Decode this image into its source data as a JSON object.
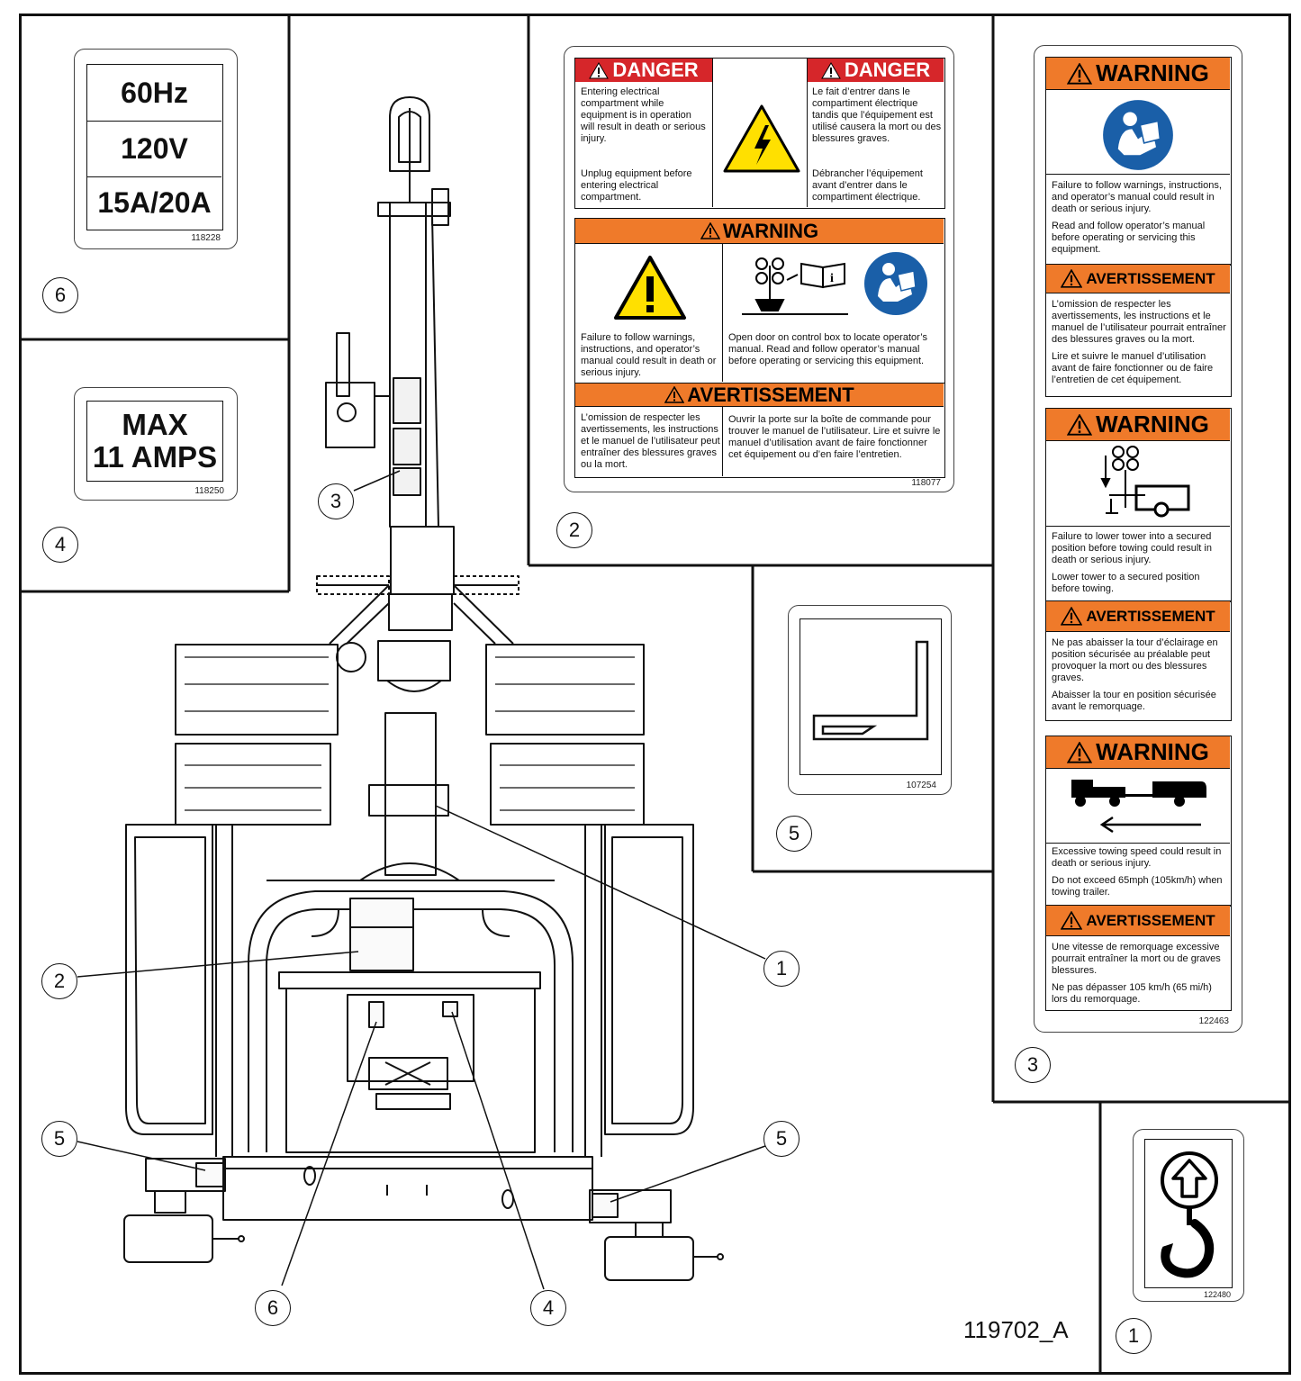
{
  "drawing_number": "119702_A",
  "callouts": {
    "c1": "1",
    "c2": "2",
    "c3": "3",
    "c4": "4",
    "c5": "5",
    "c6": "6"
  },
  "decal_118228": {
    "row1": "60Hz",
    "row2": "120V",
    "row3": "15A/20A",
    "part": "118228"
  },
  "decal_118250": {
    "line1": "MAX",
    "line2": "11 AMPS",
    "part": "118250"
  },
  "decal_118077": {
    "danger_en_title": "DANGER",
    "danger_en_text1": "Entering electrical compartment while equipment is in operation will result in death or serious injury.",
    "danger_en_text2": "Unplug equipment before entering electrical compartment.",
    "danger_fr_title": "DANGER",
    "danger_fr_text1": "Le fait d’entrer dans le compartiment électrique tandis que l’équipement est utilisé causera la mort ou des blessures graves.",
    "danger_fr_text2": "Débrancher l’équipement avant d’entrer dans le compartiment électrique.",
    "warning_title": "WARNING",
    "warning_text_left": "Failure to follow warnings, instructions, and operator’s manual could result in death or serious injury.",
    "warning_text_right": "Open door on control box to locate operator’s manual.  Read and follow operator’s manual before operating or servicing this equipment.",
    "avert_title": "AVERTISSEMENT",
    "avert_text_left": "L’omission de respecter les avertissements, les instructions et le manuel de l’utilisateur peut entraîner des blessures graves ou la mort.",
    "avert_text_right": "Ouvrir la porte sur la boîte de commande pour trouver le manuel de l’utilisateur.  Lire et suivre le manuel d’utilisation avant de faire fonctionner cet équipement ou d’en faire l’entretien.",
    "part": "118077"
  },
  "decal_107254": {
    "part": "107254"
  },
  "decal_122463": {
    "w1_title": "WARNING",
    "w1_text1": "Failure to follow warnings, instructions, and operator’s manual could result in death or serious injury.",
    "w1_text2": "Read and follow operator’s manual before operating or servicing this equipment.",
    "a1_title": "AVERTISSEMENT",
    "a1_text1": "L’omission de respecter les avertissements, les instructions et le manuel de l’utilisateur pourrait entraîner des blessures graves ou la mort.",
    "a1_text2": "Lire et suivre le manuel d’utilisation avant de faire fonctionner ou de faire l’entretien de cet équipement.",
    "w2_title": "WARNING",
    "w2_text1": "Failure to lower tower into a secured position before towing could result in death or serious injury.",
    "w2_text2": "Lower tower to a secured position before towing.",
    "a2_title": "AVERTISSEMENT",
    "a2_text1": "Ne pas abaisser la tour d’éclairage en position sécurisée au préalable peut provoquer la mort ou des blessures graves.",
    "a2_text2": "Abaisser la tour en position sécurisée avant le remorquage.",
    "w3_title": "WARNING",
    "w3_text1": "Excessive towing speed could result in death or serious injury.",
    "w3_text2": "Do not exceed 65mph (105km/h) when towing trailer.",
    "a3_title": "AVERTISSEMENT",
    "a3_text1": "Une vitesse de remorquage excessive pourrait entraîner la mort ou de graves blessures.",
    "a3_text2": "Ne pas dépasser 105 km/h (65 mi/h) lors du remorquage.",
    "part": "122463"
  },
  "decal_122480": {
    "part": "122480"
  },
  "colors": {
    "orange": "#ef7a2a",
    "red": "#d6262a",
    "yellow": "#ffe000",
    "blue": "#1a5fa8"
  }
}
